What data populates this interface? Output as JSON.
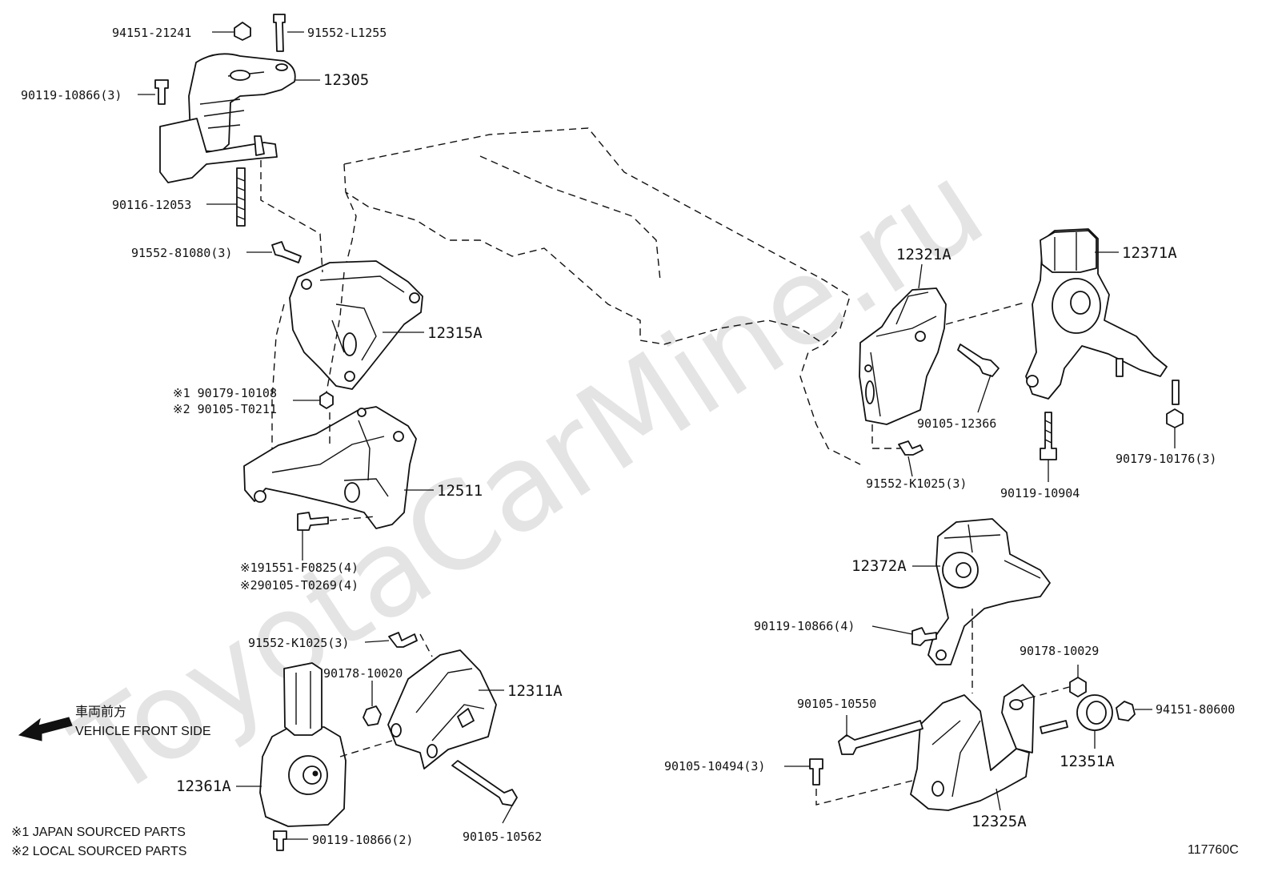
{
  "watermark": "ToyotaCarMine.ru",
  "diagram_id": "117760C",
  "front_side": {
    "japanese": "車両前方",
    "english": "VEHICLE FRONT SIDE"
  },
  "notes": {
    "note1": "※1 JAPAN SOURCED PARTS",
    "note2": "※2 LOCAL SOURCED PARTS"
  },
  "parts": {
    "p94151_21241": "94151-21241",
    "p91552_L1255": "91552-L1255",
    "p12305": "12305",
    "p90119_10866_3": "90119-10866(3)",
    "p90116_12053": "90116-12053",
    "p91552_81080_3": "91552-81080(3)",
    "p12315A": "12315A",
    "p90179_10108": "※1 90179-10108",
    "p90105_T0211": "※2 90105-T0211",
    "p12511": "12511",
    "p91551_F0825": "※191551-F0825(4)",
    "p90105_T0269": "※290105-T0269(4)",
    "p91552_K1025_left": "91552-K1025(3)",
    "p90178_10020": "90178-10020",
    "p12311A": "12311A",
    "p12361A": "12361A",
    "p90119_10866_2": "90119-10866(2)",
    "p90105_10562": "90105-10562",
    "p12321A": "12321A",
    "p12371A": "12371A",
    "p90105_12366": "90105-12366",
    "p91552_K1025_right": "91552-K1025(3)",
    "p90119_10904": "90119-10904",
    "p90179_10176": "90179-10176(3)",
    "p12372A": "12372A",
    "p90119_10866_4": "90119-10866(4)",
    "p90178_10029": "90178-10029",
    "p94151_80600": "94151-80600",
    "p90105_10550": "90105-10550",
    "p12351A": "12351A",
    "p90105_10494": "90105-10494(3)",
    "p12325A": "12325A"
  }
}
